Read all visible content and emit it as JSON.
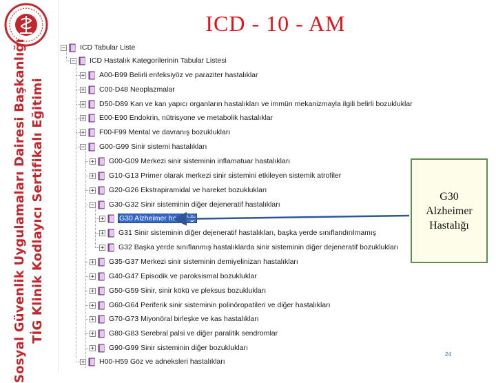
{
  "sidebar": {
    "line1": "Sosyal Güvenlik Uygulamaları Dairesi Başkanlığı",
    "line2": "TİG Klinik Kodlayıcı Sertifikalı Eğitimi",
    "text_color": "#c0282e"
  },
  "title": "ICD - 10 - AM",
  "tree": {
    "rows": [
      {
        "label": "ICD Tabular Liste",
        "toggle": "−",
        "selected": false
      },
      {
        "label": "ICD Hastalık Kategorilerinin Tabular Listesi",
        "toggle": "−",
        "selected": false
      },
      {
        "label": "A00-B99 Belirli enfeksiyöz ve paraziter hastalıklar",
        "toggle": "+",
        "selected": false
      },
      {
        "label": "C00-D48 Neoplazmalar",
        "toggle": "+",
        "selected": false
      },
      {
        "label": "D50-D89 Kan ve kan yapıcı organların hastalıkları ve immün mekanizmayla ilgili belirli bozukluklar",
        "toggle": "+",
        "selected": false
      },
      {
        "label": "E00-E90 Endokrin, nütrisyone ve metabolik hastalıklar",
        "toggle": "+",
        "selected": false
      },
      {
        "label": "F00-F99 Mental ve davranış bozuklukları",
        "toggle": "+",
        "selected": false
      },
      {
        "label": "G00-G99 Sinir sistemi hastalıkları",
        "toggle": "−",
        "selected": false
      },
      {
        "label": "G00-G09 Merkezi sinir sisteminin inflamatuar hastalıkları",
        "toggle": "+",
        "selected": false
      },
      {
        "label": "G10-G13 Primer olarak merkezi sinir sistemini etkileyen sistemik atrofiler",
        "toggle": "+",
        "selected": false
      },
      {
        "label": "G20-G26 Ekstrapiramidal ve hareket bozuklukları",
        "toggle": "+",
        "selected": false
      },
      {
        "label": "G30-G32 Sinir sisteminin diğer dejeneratif hastalıkları",
        "toggle": "−",
        "selected": false
      },
      {
        "label": "G30 Alzheimer hastalığı",
        "toggle": "+",
        "selected": true
      },
      {
        "label": "G31 Sinir sisteminin diğer dejeneratif hastalıkları, başka yerde sınıflandırılmamış",
        "toggle": "+",
        "selected": false
      },
      {
        "label": "G32 Başka yerde sınıflanmış hastalıklarda sinir sisteminin diğer dejeneratif bozuklukları",
        "toggle": "+",
        "selected": false
      },
      {
        "label": "G35-G37 Merkezi sinir sisteminin demiyelinizan hastalıkları",
        "toggle": "+",
        "selected": false
      },
      {
        "label": "G40-G47 Episodik ve paroksismal bozukluklar",
        "toggle": "+",
        "selected": false
      },
      {
        "label": "G50-G59 Sinir, sinir kökü ve pleksus bozuklukları",
        "toggle": "+",
        "selected": false
      },
      {
        "label": "G60-G64 Periferik sinir sisteminin polinöropatileri ve diğer hastalıkları",
        "toggle": "+",
        "selected": false
      },
      {
        "label": "G70-G73 Miyonöral birleşke ve kas hastalıkları",
        "toggle": "+",
        "selected": false
      },
      {
        "label": "G80-G83 Serebral palsi ve diğer paralitik sendromlar",
        "toggle": "+",
        "selected": false
      },
      {
        "label": "G90-G99 Sinir sisteminin diğer bozuklukları",
        "toggle": "+",
        "selected": false
      },
      {
        "label": "H00-H59 Göz ve adneksleri hastalıkları",
        "toggle": "+",
        "selected": false
      }
    ]
  },
  "callout": {
    "line1": "G30",
    "line2": "Alzheimer",
    "line3": "Hastalığı"
  },
  "page_number": "24",
  "colors": {
    "title": "#e0141b",
    "callout_border": "#5c8c4e",
    "callout_bg": "#fdfdea",
    "arrow": "#2f5597",
    "selection": "#3366cc"
  }
}
